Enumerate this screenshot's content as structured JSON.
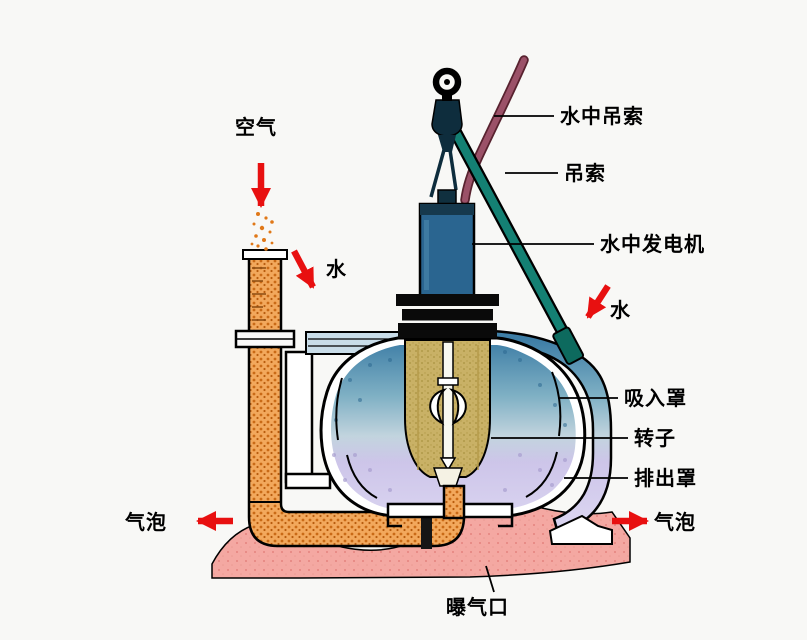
{
  "colors": {
    "background": "#f8f8f6",
    "arrow_red": "#e81010",
    "pipe_orange": "#f2a85c",
    "pipe_orange_dots": "#c96a16",
    "motor_blue": "#2a6590",
    "water_blue": "#3e7ea6",
    "discharge_lavender": "#cdc5e9",
    "rotor_tan": "#c9b166",
    "sling_teal": "#148073",
    "cable_maroon": "#9b5168",
    "ground_pink": "#f4a8a2",
    "outline": "#000000"
  },
  "labels": {
    "air": "空气",
    "water_left": "水",
    "underwater_sling": "水中吊索",
    "sling": "吊索",
    "underwater_generator": "水中发电机",
    "water_right": "水",
    "suction_cover": "吸入罩",
    "rotor": "转子",
    "discharge_cover": "排出罩",
    "bubble_left": "气泡",
    "bubble_right": "气泡",
    "aeration_port": "曝气口"
  },
  "arrows": [
    {
      "name": "air-flow",
      "direction": "down"
    },
    {
      "name": "water-inflow-left",
      "direction": "down-right"
    },
    {
      "name": "water-inflow-right",
      "direction": "down-left"
    },
    {
      "name": "bubbles-out-left",
      "direction": "left"
    },
    {
      "name": "bubbles-out-right",
      "direction": "right"
    }
  ]
}
